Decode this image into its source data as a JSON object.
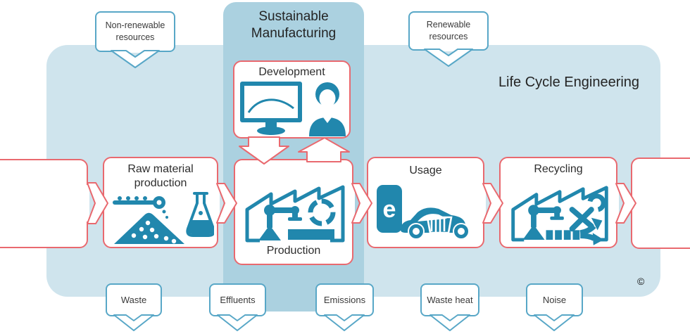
{
  "diagram": {
    "band_title": "Sustainable Manufacturing",
    "container_title": "Life Cycle Engineering",
    "copyright_mark": "©",
    "top_callouts": [
      {
        "label": "Non-renewable resources"
      },
      {
        "label": "Renewable resources"
      }
    ],
    "stages": {
      "raw_material": {
        "label": "Raw material production"
      },
      "development": {
        "label": "Development"
      },
      "production": {
        "label": "Production"
      },
      "usage": {
        "label": "Usage"
      },
      "recycling": {
        "label": "Recycling"
      }
    },
    "bottom_callouts": [
      {
        "label": "Waste"
      },
      {
        "label": "Effluents"
      },
      {
        "label": "Emissions"
      },
      {
        "label": "Waste heat"
      },
      {
        "label": "Noise"
      }
    ],
    "usage_icon_letter": "e",
    "colors": {
      "container_fill": "#cfe4ed",
      "band_fill": "#abd1e0",
      "stage_border": "#e9696f",
      "callout_border": "#58a7c7",
      "icon_teal": "#2187ad",
      "text": "#2d2d2d"
    }
  }
}
